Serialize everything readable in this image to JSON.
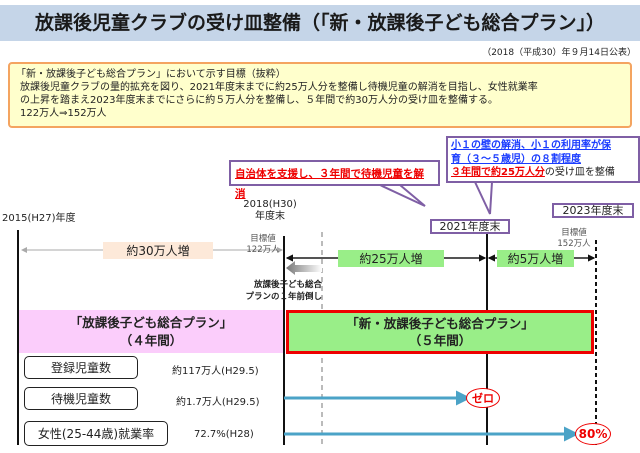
{
  "title": "放課後児童クラブの受け皿整備（「新・放課後子ども総合プラン」）",
  "date": "（2018（平成30）年９月14日公表）",
  "goal": {
    "heading": "「新・放課後子ども総合プラン」において示す目標（抜粋）",
    "line1": "放課後児童クラブの量的拡充を図り、2021年度末までに約25万人分を整備し待機児童の解消を目指し、女性就業率",
    "line2": "の上昇を踏まえ2023年度末までにさらに約５万人分を整備し、５年間で約30万人分の受け皿を整備する。",
    "line3": "122万人⇒152万人"
  },
  "timeline": {
    "y2015": "2015(H27)年度",
    "y2018a": "2018(H30)",
    "y2018b": "年度末",
    "target_label": "目標値",
    "target_2018": "122万人",
    "target_2023": "152万人",
    "y2021": "2021年度末",
    "y2023": "2023年度末",
    "inc30": "約30万人増",
    "inc25": "約25万人増",
    "inc5": "約5万人増",
    "advance1": "放課後子ども総合",
    "advance2": "プランの１年前倒し"
  },
  "callout1": "自治体を支援し、３年間で待機児童を解消",
  "callout2": {
    "line1": "小１の壁の解消、小１の利用率が保",
    "line2": "育（３～５歳児）の８割程度",
    "line3_red": "３年間で約25万人分",
    "line3_rest": "の受け皿を整備"
  },
  "plans": {
    "old1": "「放課後子ども総合プラン」",
    "old2": "（４年間）",
    "new1": "「新・放課後子ども総合プラン」",
    "new2": "（５年間）"
  },
  "rows": [
    {
      "label": "登録児童数",
      "value": "約117万人(H29.5)"
    },
    {
      "label": "待機児童数",
      "value": "約1.7万人(H29.5)",
      "target": "ゼロ"
    },
    {
      "label": "女性(25-44歳)就業率",
      "value": "72.7%(H28)",
      "target": "80%"
    }
  ]
}
